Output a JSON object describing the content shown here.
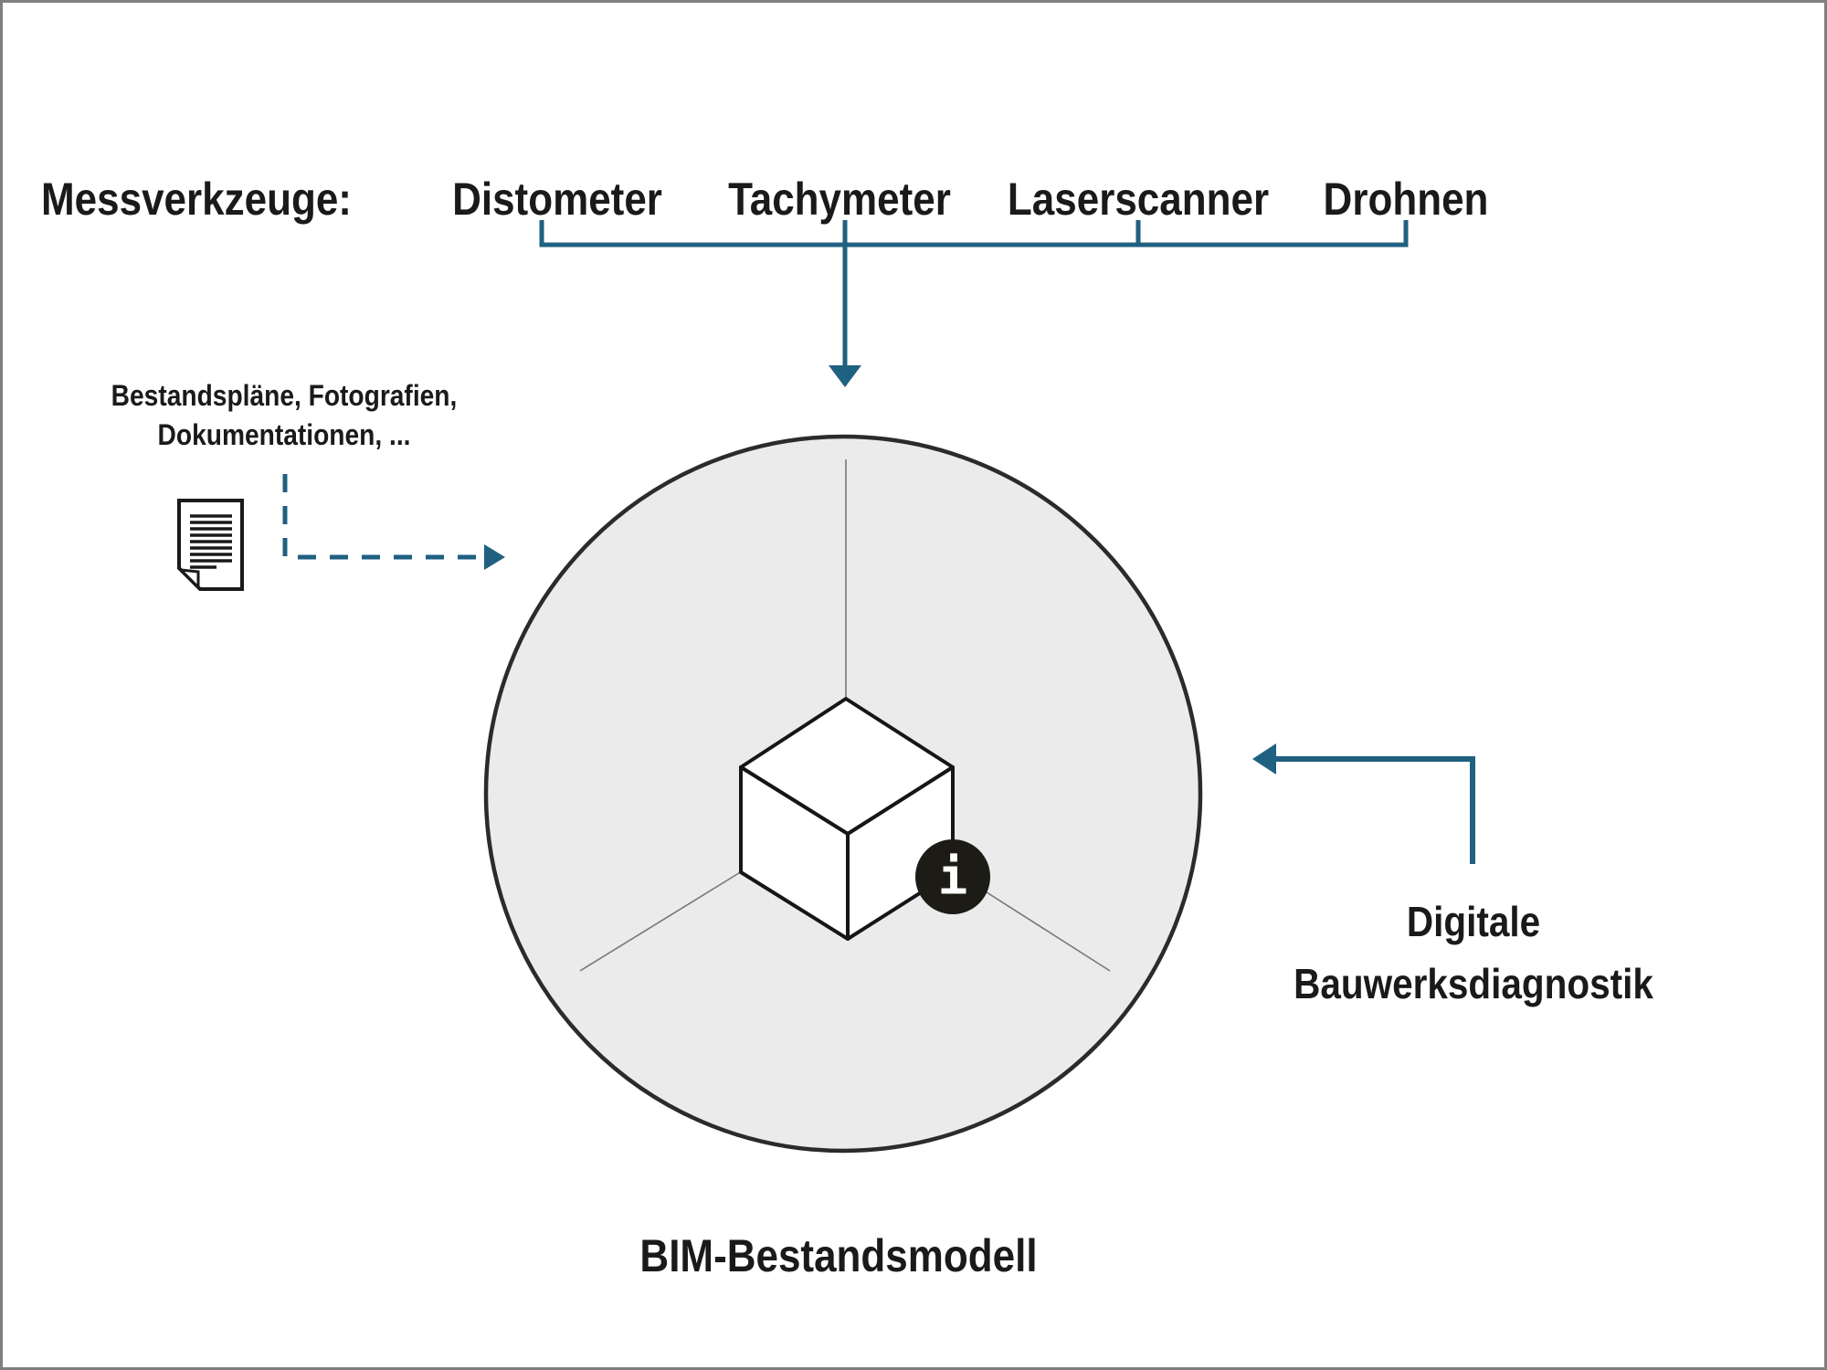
{
  "measuring_tools": {
    "label": "Messverkzeuge:",
    "items": [
      "Distometer",
      "Tachymeter",
      "Laserscanner",
      "Drohnen"
    ]
  },
  "existing_documents": {
    "line1": "Bestandspläne, Fotografien,",
    "line2": "Dokumentationen, ...",
    "icon": "document-icon"
  },
  "diagnostics": {
    "line1": "Digitale",
    "line2": "Bauwerksdiagnostik"
  },
  "model": {
    "label": "BIM-Bestandsmodell",
    "info_glyph": "i",
    "icon": "cube-3d-icon"
  },
  "colors": {
    "accent": "#206080",
    "text": "#1a1a1a",
    "circle_fill": "#ebebeb",
    "circle_stroke": "#2b2b2b",
    "badge_fill": "#1c1b16",
    "frame_border": "#7f7f7f"
  }
}
